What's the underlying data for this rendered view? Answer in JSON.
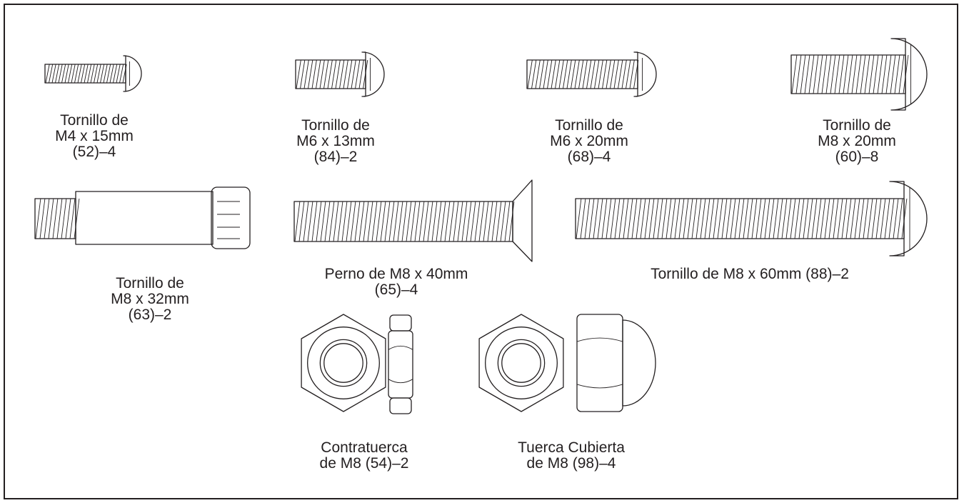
{
  "parts": [
    {
      "id": "screw-m4-15",
      "icon": "button-head-screw-icon",
      "lines": [
        "Tornillo de",
        "M4 x 15mm",
        "(52)–4"
      ]
    },
    {
      "id": "screw-m6-13",
      "icon": "button-head-screw-icon",
      "lines": [
        "Tornillo de",
        "M6 x 13mm",
        "(84)–2"
      ]
    },
    {
      "id": "screw-m6-20",
      "icon": "button-head-screw-icon",
      "lines": [
        "Tornillo de",
        "M6 x 20mm",
        "(68)–4"
      ]
    },
    {
      "id": "screw-m8-20",
      "icon": "button-head-screw-icon",
      "lines": [
        "Tornillo de",
        "M8 x 20mm",
        "(60)–8"
      ]
    },
    {
      "id": "shoulder-screw-m8-32",
      "icon": "shoulder-screw-icon",
      "lines": [
        "Tornillo de",
        "M8 x 32mm",
        "(63)–2"
      ]
    },
    {
      "id": "bolt-m8-40",
      "icon": "countersunk-bolt-icon",
      "lines": [
        "Perno de M8 x 40mm",
        "(65)–4"
      ]
    },
    {
      "id": "screw-m8-60",
      "icon": "button-head-screw-icon",
      "lines": [
        "Tornillo de M8 x 60mm (88)–2"
      ]
    },
    {
      "id": "locknut-m8",
      "icon": "locknut-icon",
      "lines": [
        "Contratuerca",
        "de M8 (54)–2"
      ]
    },
    {
      "id": "cap-nut-m8",
      "icon": "cap-nut-icon",
      "lines": [
        "Tuerca Cubierta",
        "de M8 (98)–4"
      ]
    }
  ],
  "line_color": "#231f20"
}
